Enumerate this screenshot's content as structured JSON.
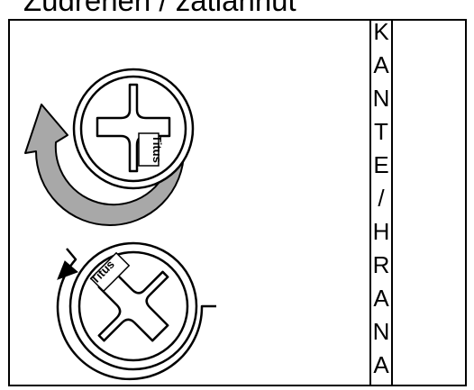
{
  "heading": "Zudrehen / zatiahnut",
  "vertical_label": [
    "K",
    "A",
    "N",
    "T",
    "E",
    "/",
    "H",
    "R",
    "A",
    "N",
    "A"
  ],
  "brand": "Titus",
  "colors": {
    "arrow_fill": "#a8a8a8",
    "stroke": "#000000",
    "background": "#ffffff"
  },
  "icons": [
    "clockwise-arrow-icon",
    "counterclockwise-arrow-icon",
    "hinge-knob-icon"
  ]
}
